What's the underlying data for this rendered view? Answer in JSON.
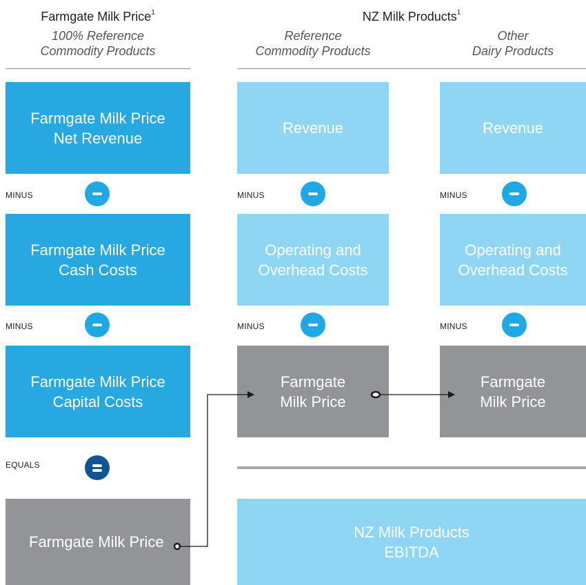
{
  "headers": {
    "left_title": "Farmgate Milk Price",
    "left_sup": "1",
    "left_sub": "100% Reference\nCommodity Products",
    "right_title": "NZ Milk Products",
    "right_sup": "1",
    "mid_sub": "Reference\nCommodity Products",
    "right_sub": "Other\nDairy Products"
  },
  "operators": {
    "minus": "MINUS",
    "equals": "EQUALS"
  },
  "left_col": {
    "box1": "Farmgate Milk Price\nNet Revenue",
    "box2": "Farmgate Milk Price\nCash Costs",
    "box3": "Farmgate Milk Price\nCapital Costs",
    "box4": "Farmgate Milk Price"
  },
  "mid_col": {
    "box1": "Revenue",
    "box2": "Operating and\nOverhead Costs",
    "box3": "Farmgate\nMilk Price"
  },
  "right_col": {
    "box1": "Revenue",
    "box2": "Operating and\nOverhead Costs",
    "box3": "Farmgate\nMilk Price"
  },
  "result": {
    "label": "NZ Milk Products\nEBITDA"
  },
  "colors": {
    "dark_blue_box": "#27a8e0",
    "light_blue_box": "#8fd6f4",
    "grey_box": "#929497",
    "minus_circle": "#1ea9e5",
    "equals_circle": "#0e5596"
  }
}
